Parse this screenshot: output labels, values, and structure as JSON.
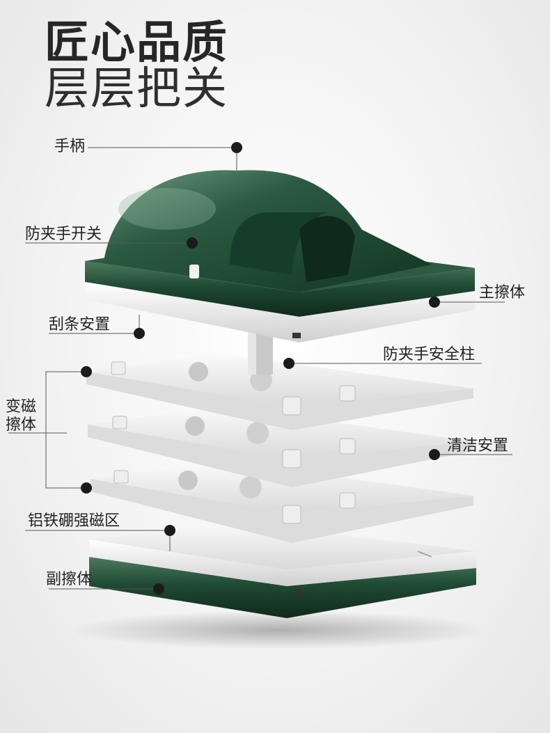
{
  "headline": {
    "line1": "匠心品质",
    "line2": "层层把关"
  },
  "labels": {
    "handle": "手柄",
    "anti_pinch_switch": "防夹手开关",
    "main_wiper": "主擦体",
    "scraper_slot": "刮条安置",
    "anti_pinch_pillar": "防夹手安全柱",
    "variable_magnetic_1": "变磁",
    "variable_magnetic_2": "擦体",
    "cleaning_slot": "清洁安置",
    "ndfeb_zone": "铝铁硼强磁区",
    "secondary_wiper": "副擦体"
  },
  "colors": {
    "brand_green": "#1f4a33",
    "dot": "#1b1b1b",
    "plastic": "#f4f4f4"
  }
}
